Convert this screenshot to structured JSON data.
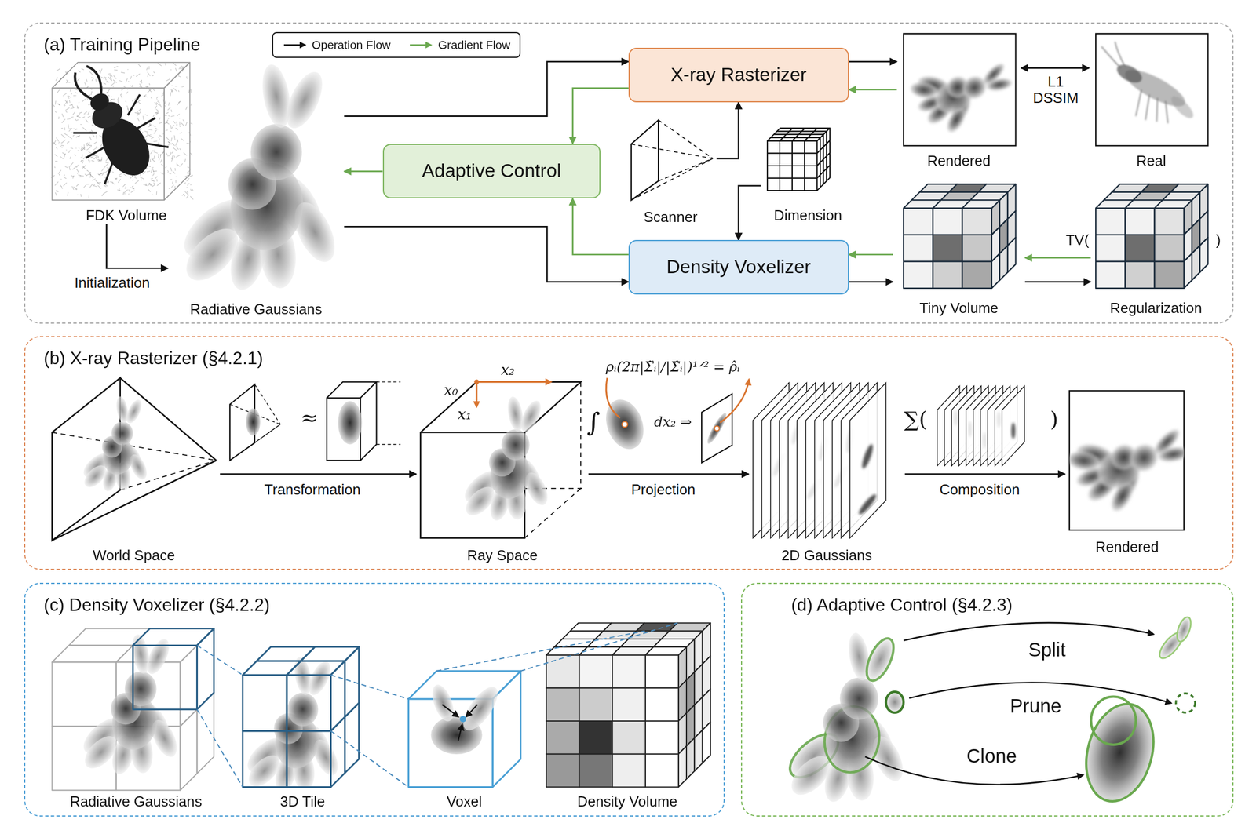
{
  "diagram": {
    "nodes": [
      {
        "text": [
          "(a) Training Pipeline"
        ]
      },
      {
        "text": [
          "FDK Volume"
        ],
        "in": 0
      },
      {
        "text": [
          "Radiative Gaussians"
        ],
        "in": 0
      },
      {
        "text": [
          "Adaptive Control"
        ],
        "in": 0
      },
      {
        "text": [
          "X-ray Rasterizer"
        ],
        "in": 0
      },
      {
        "text": [
          "Scanner"
        ],
        "in": 0
      },
      {
        "text": [
          "Dimension"
        ],
        "in": 0
      },
      {
        "text": [
          "Density Voxelizer"
        ],
        "in": 0
      },
      {
        "text": [
          "Rendered"
        ],
        "in": 0
      },
      {
        "text": [
          "Real"
        ],
        "in": 0
      },
      {
        "text": [
          "Tiny Volume"
        ],
        "in": 0
      },
      {
        "text": [
          "Regularization"
        ],
        "in": 0
      },
      {
        "text": [
          "(b) X-ray Rasterizer (§4.2.1)"
        ]
      },
      {
        "text": [
          "World Space"
        ],
        "in": 12
      },
      {
        "text": [
          "Ray Space"
        ],
        "in": 12
      },
      {
        "text": [
          "2D Gaussians"
        ],
        "in": 12
      },
      {
        "text": [
          "Rendered"
        ],
        "in": 12
      },
      {
        "text": [
          "(c) Density Voxelizer (§4.2.2)"
        ]
      },
      {
        "text": [
          "Radiative Gaussians"
        ],
        "in": 17
      },
      {
        "text": [
          "3D Tile"
        ],
        "in": 17
      },
      {
        "text": [
          "Voxel"
        ],
        "in": 17
      },
      {
        "text": [
          "Density Volume"
        ],
        "in": 17
      },
      {
        "text": [
          "(d) Adaptive Control (§4.2.3)"
        ]
      }
    ],
    "edges": [
      {
        "from": 1,
        "to": 2,
        "label": "Initialization",
        "arrow": "to"
      },
      {
        "from": 2,
        "to": 4,
        "arrow": "to"
      },
      {
        "from": 2,
        "to": 7,
        "arrow": "to"
      },
      {
        "from": 5,
        "to": 4,
        "arrow": "to"
      },
      {
        "from": 6,
        "to": 7,
        "arrow": "to"
      },
      {
        "from": 4,
        "to": 8,
        "arrow": "to"
      },
      {
        "from": 8,
        "to": 9,
        "label": "L1 DSSIM",
        "arrow": "both"
      },
      {
        "from": 7,
        "to": 10,
        "arrow": "to"
      },
      {
        "from": 10,
        "to": 11,
        "arrow": "to"
      },
      {
        "from": 8,
        "to": 4,
        "arrow": "to"
      },
      {
        "from": 4,
        "to": 3,
        "arrow": "to"
      },
      {
        "from": 7,
        "to": 3,
        "arrow": "to"
      },
      {
        "from": 3,
        "to": 2,
        "arrow": "to"
      },
      {
        "from": 10,
        "to": 7,
        "arrow": "to"
      },
      {
        "from": 11,
        "to": 10,
        "arrow": "to"
      },
      {
        "from": 13,
        "to": 14,
        "label": "Transformation",
        "arrow": "to"
      },
      {
        "from": 14,
        "to": 15,
        "label": "Projection",
        "arrow": "to"
      },
      {
        "from": 15,
        "to": 16,
        "label": "Composition",
        "arrow": "to"
      }
    ],
    "labels": [
      "TV(",
      ")",
      "≈",
      "x₀",
      "x₂",
      "x₁",
      "ρᵢ(2π|Σ̃ᵢ|/|Σ̂ᵢ|)¹ᐟ² = ρ̂ᵢ",
      "∫",
      "dx₂ ⇒",
      "∑(",
      ")",
      "Split",
      "Prune",
      "Clone"
    ],
    "legend": [
      {
        "text": "Operation Flow"
      },
      {
        "text": "Gradient Flow"
      }
    ]
  }
}
